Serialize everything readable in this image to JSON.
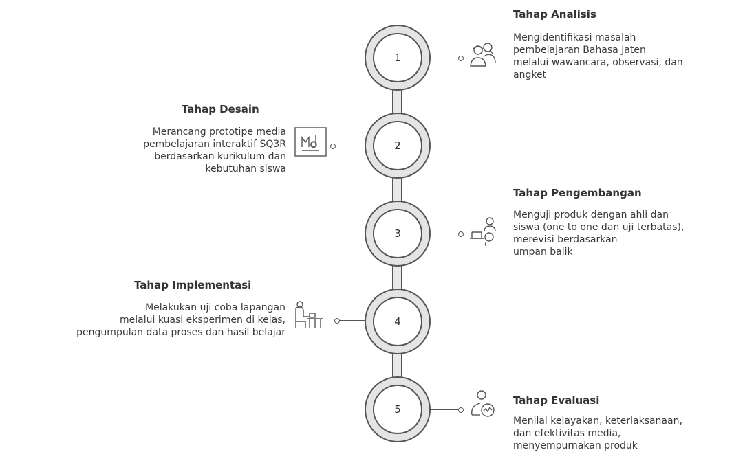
{
  "steps": [
    {
      "number": "1",
      "title": "Tahap Analisis",
      "lines": [
        "Mengidentifikasi masalah",
        "pembelajaran Bahasa Jaten",
        "melalui wawancara, observasi, dan",
        "angket"
      ],
      "icon": "people-discussion-icon"
    },
    {
      "number": "2",
      "title": "Tahap Desain",
      "lines": [
        "Merancang prototipe media",
        "pembelajaran interaktif SQ3R",
        "berdasarkan kurikulum dan",
        "kebutuhan siswa"
      ],
      "icon": "markdown-document-icon"
    },
    {
      "number": "3",
      "title": "Tahap Pengembangan",
      "lines": [
        "Menguji produk dengan ahli dan",
        "siswa (one to one dan uji terbatas),",
        "merevisi berdasarkan",
        "umpan balik"
      ],
      "icon": "user-laptop-test-icon"
    },
    {
      "number": "4",
      "title": "Tahap Implementasi",
      "lines": [
        "Melakukan uji coba lapangan",
        "melalui kuasi eksperimen di kelas,",
        "pengumpulan data proses dan hasil belajar"
      ],
      "icon": "student-desk-icon"
    },
    {
      "number": "5",
      "title": "Tahap Evaluasi",
      "lines": [
        "Menilai kelayakan, keterlaksanaan,",
        "dan efektivitas media,",
        "menyempurnakan produk"
      ],
      "icon": "user-analytics-icon"
    }
  ],
  "colors": {
    "stroke": "#555555",
    "ring": "#e4e4e4",
    "text": "#3a3a3a"
  }
}
